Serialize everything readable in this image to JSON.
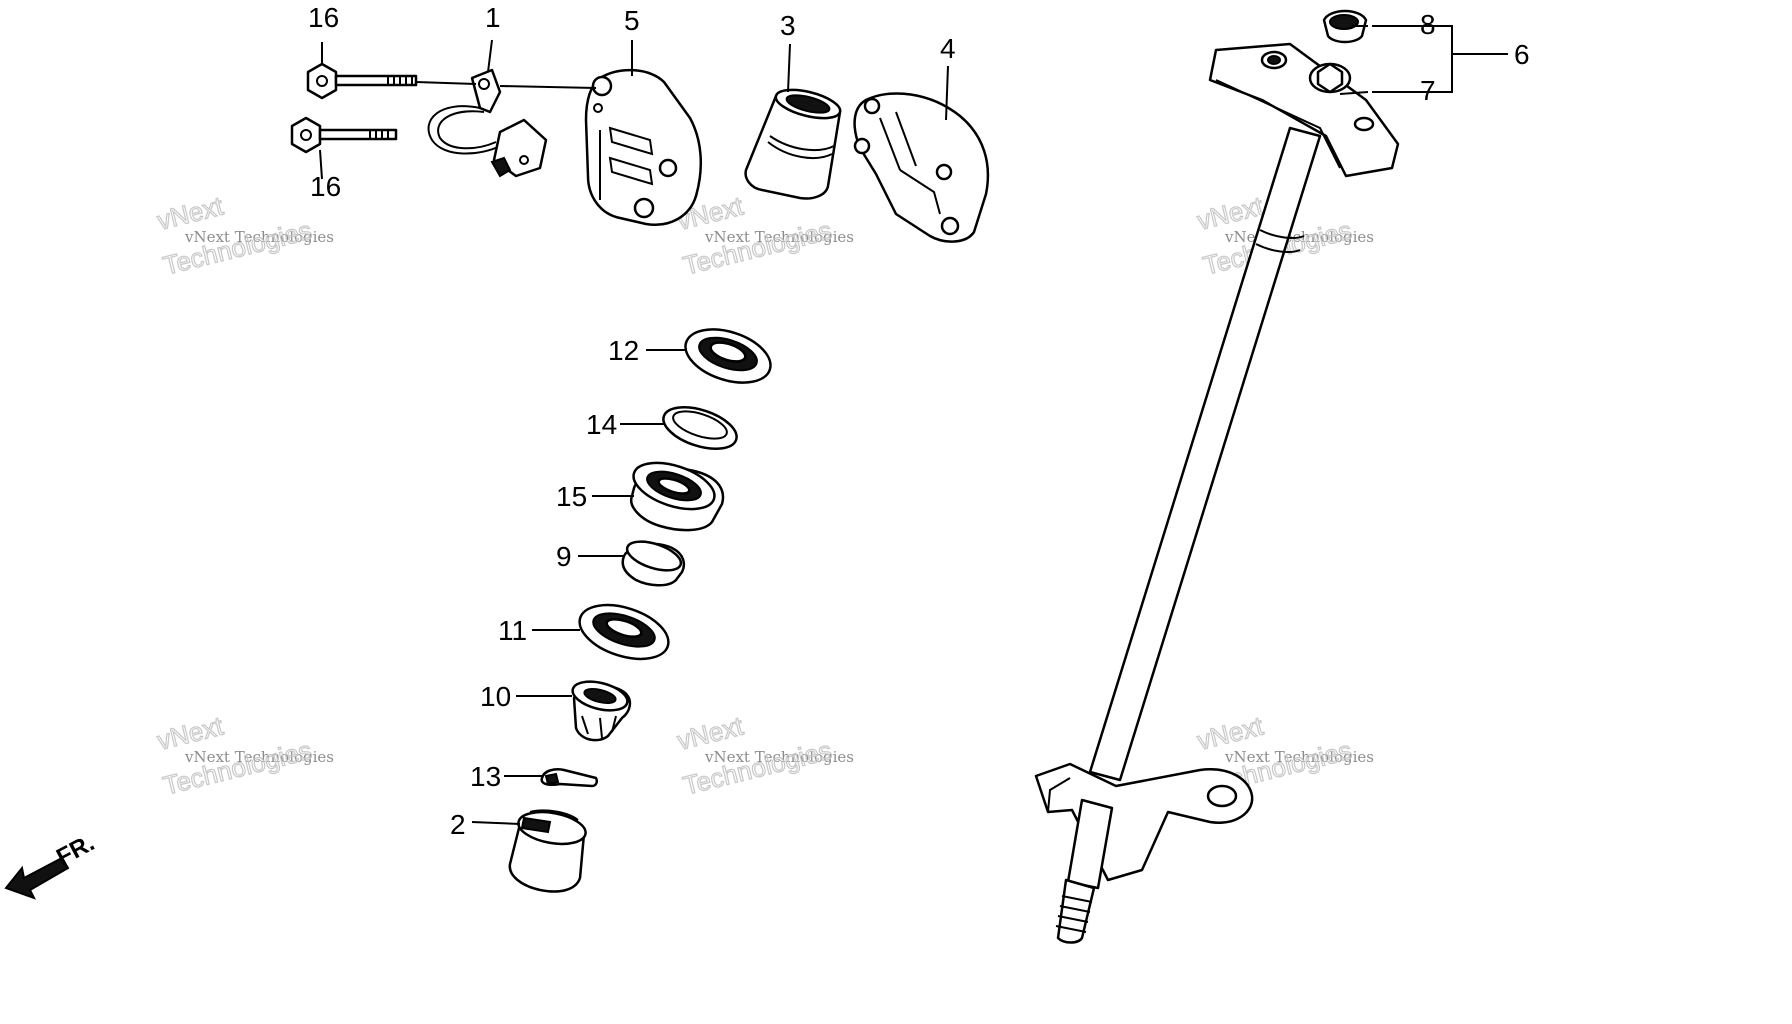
{
  "callouts": [
    "16",
    "1",
    "5",
    "3",
    "4",
    "8",
    "6",
    "7",
    "16",
    "12",
    "14",
    "15",
    "9",
    "11",
    "10",
    "13",
    "2"
  ],
  "watermark": {
    "line1": "vNext",
    "line2": "vNext Technologies",
    "line3": "Technologies"
  },
  "front_label": "FR."
}
